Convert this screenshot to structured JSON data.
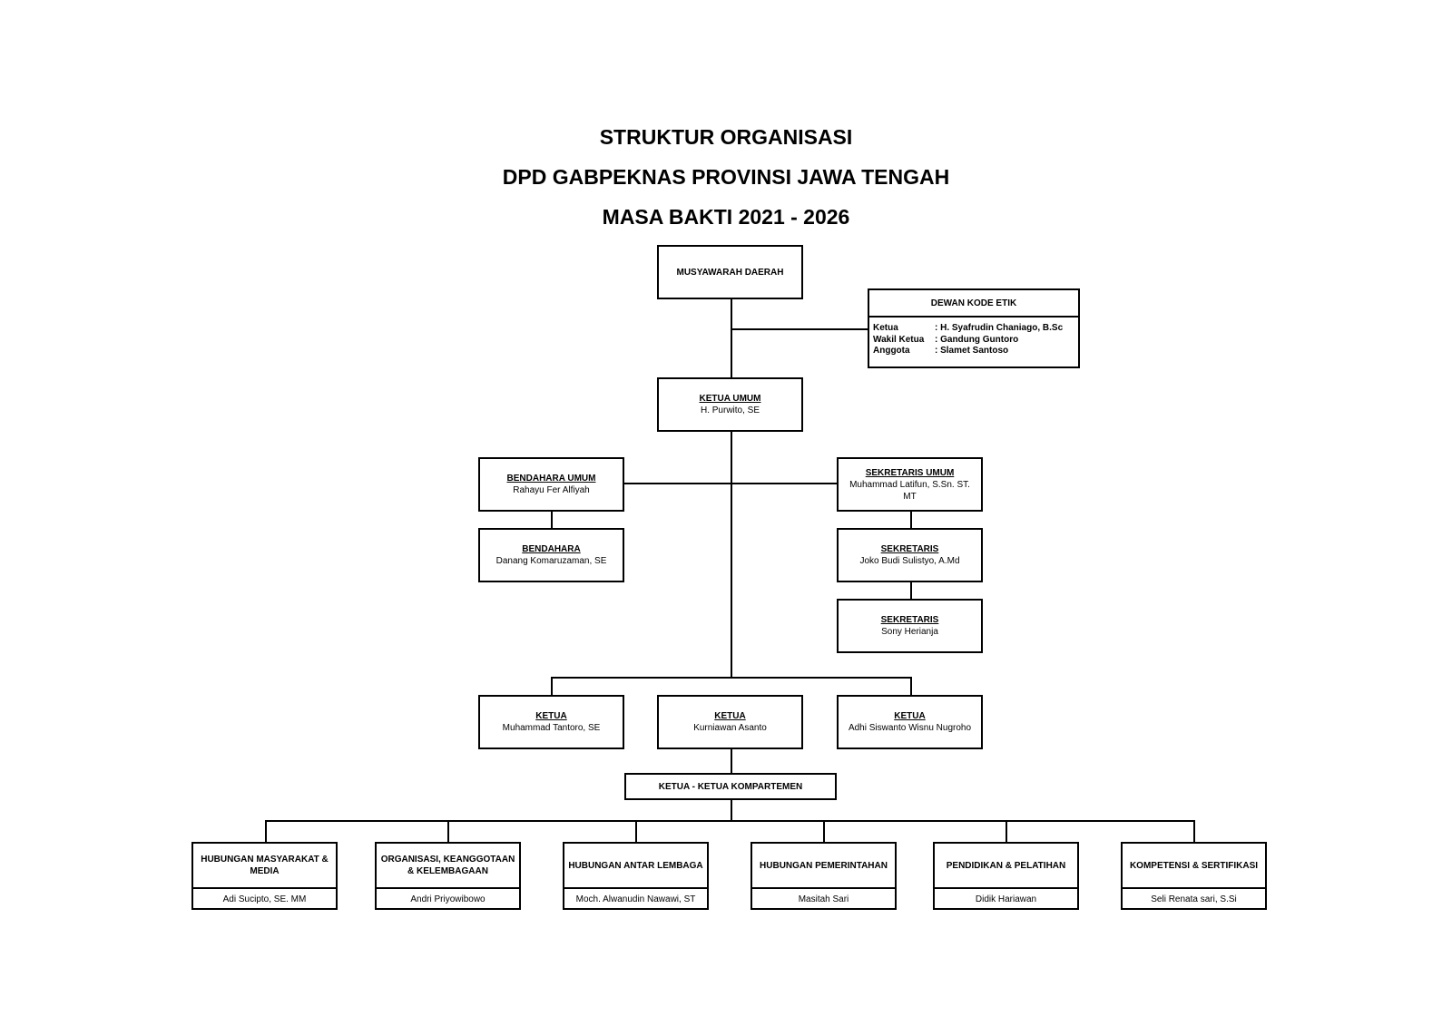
{
  "title_lines": [
    "STRUKTUR ORGANISASI",
    "DPD GABPEKNAS PROVINSI JAWA TENGAH",
    "MASA BAKTI 2021 - 2026"
  ],
  "musyawarah": "MUSYAWARAH DAERAH",
  "dewan_kode_etik": {
    "title": "DEWAN KODE ETIK",
    "rows": [
      {
        "role": "Ketua",
        "name": ": H. Syafrudin Chaniago, B.Sc"
      },
      {
        "role": "Wakil Ketua",
        "name": ": Gandung Guntoro"
      },
      {
        "role": "Anggota",
        "name": ": Slamet Santoso"
      }
    ]
  },
  "ketua_umum": {
    "role": "KETUA UMUM",
    "name": "H. Purwito, SE"
  },
  "bendahara_umum": {
    "role": "BENDAHARA UMUM ",
    "name": "Rahayu Fer Alfiyah"
  },
  "bendahara": {
    "role": "BENDAHARA",
    "name": "Danang Komaruzaman, SE"
  },
  "sekretaris_umum": {
    "role": "SEKRETARIS UMUM",
    "name": "Muhammad Latifun, S.Sn. ST. MT"
  },
  "sekretaris_1": {
    "role": "SEKRETARIS",
    "name": "Joko Budi Sulistyo, A.Md"
  },
  "sekretaris_2": {
    "role": "SEKRETARIS",
    "name": "Sony Herianja"
  },
  "ketua_1": {
    "role": "KETUA ",
    "name": "Muhammad Tantoro, SE"
  },
  "ketua_2": {
    "role": "KETUA",
    "name": "Kurniawan Asanto"
  },
  "ketua_3": {
    "role": "KETUA ",
    "name": "Adhi Siswanto Wisnu Nugroho"
  },
  "kompartemen_head": "KETUA - KETUA KOMPARTEMEN",
  "kompartemen": [
    {
      "title": "HUBUNGAN MASYARAKAT & MEDIA",
      "name": "Adi Sucipto, SE. MM"
    },
    {
      "title": "ORGANISASI, KEANGGOTAAN & KELEMBAGAAN",
      "name": "Andri Priyowibowo"
    },
    {
      "title": "HUBUNGAN ANTAR LEMBAGA",
      "name": "Moch. Alwanudin Nawawi, ST"
    },
    {
      "title": "HUBUNGAN PEMERINTAHAN",
      "name": "Masitah Sari"
    },
    {
      "title": "PENDIDIKAN & PELATIHAN",
      "name": "Didik Hariawan"
    },
    {
      "title": "KOMPETENSI & SERTIFIKASI",
      "name": "Seli Renata sari, S.Si"
    }
  ]
}
